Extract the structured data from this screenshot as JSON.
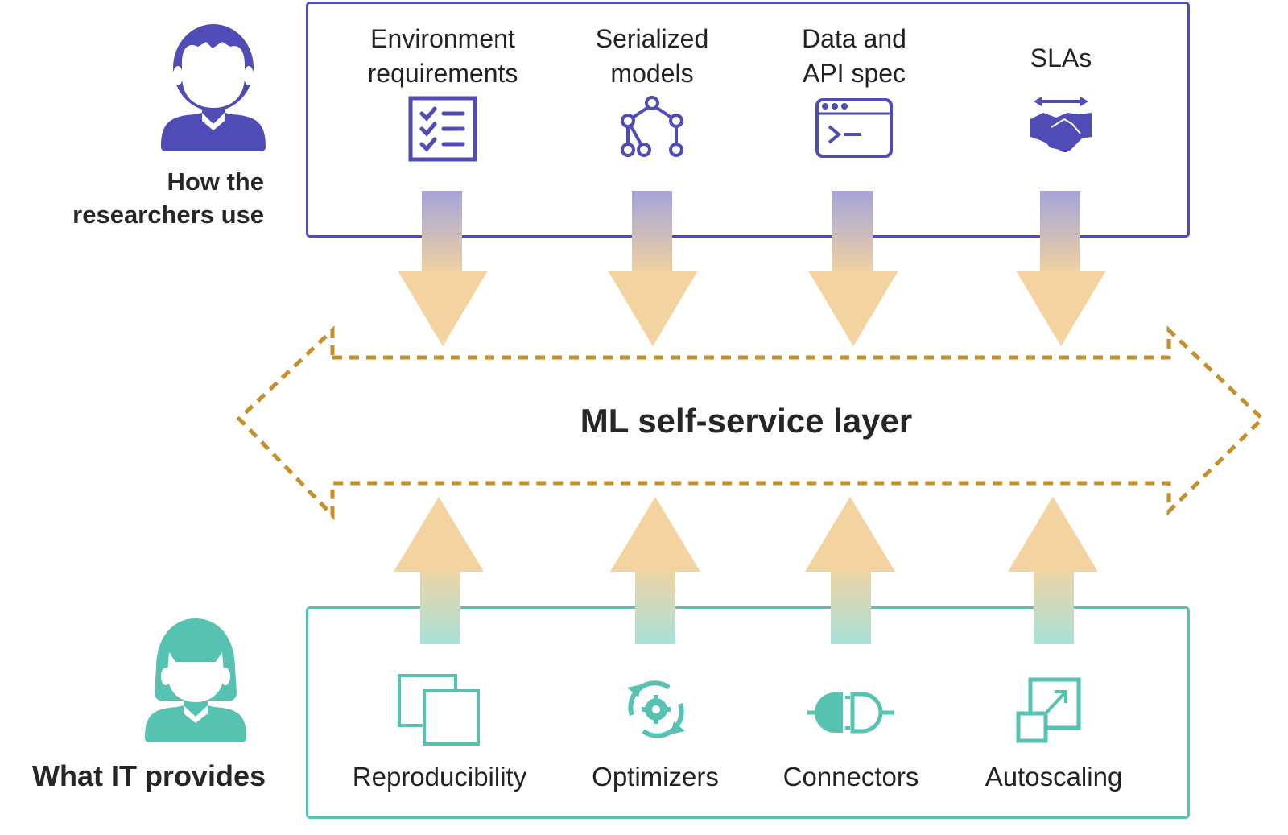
{
  "diagram": {
    "center_layer": {
      "title": "ML self-service layer",
      "border_color": "#c68f2e",
      "border_style": "dashed"
    },
    "researchers": {
      "label_line1": "How the",
      "label_line2": "researchers use",
      "icon": "male-user-icon",
      "color": "#4f4db5",
      "items": [
        {
          "label_line1": "Environment",
          "label_line2": "requirements",
          "icon": "checklist-icon"
        },
        {
          "label_line1": "Serialized",
          "label_line2": "models",
          "icon": "tree-graph-icon"
        },
        {
          "label_line1": "Data and",
          "label_line2": "API spec",
          "icon": "terminal-window-icon"
        },
        {
          "label_line1": "SLAs",
          "label_line2": "",
          "icon": "handshake-icon"
        }
      ]
    },
    "it": {
      "label": "What IT provides",
      "icon": "female-user-icon",
      "color": "#55c2b2",
      "items": [
        {
          "label": "Reproducibility",
          "icon": "copy-icon"
        },
        {
          "label": "Optimizers",
          "icon": "gear-cycle-icon"
        },
        {
          "label": "Connectors",
          "icon": "plug-connector-icon"
        },
        {
          "label": "Autoscaling",
          "icon": "resize-arrow-icon"
        }
      ]
    },
    "arrow_colors": {
      "head": "#f3d39f",
      "top_start": "#a5a3da",
      "bottom_start": "#a8e0d8"
    }
  }
}
